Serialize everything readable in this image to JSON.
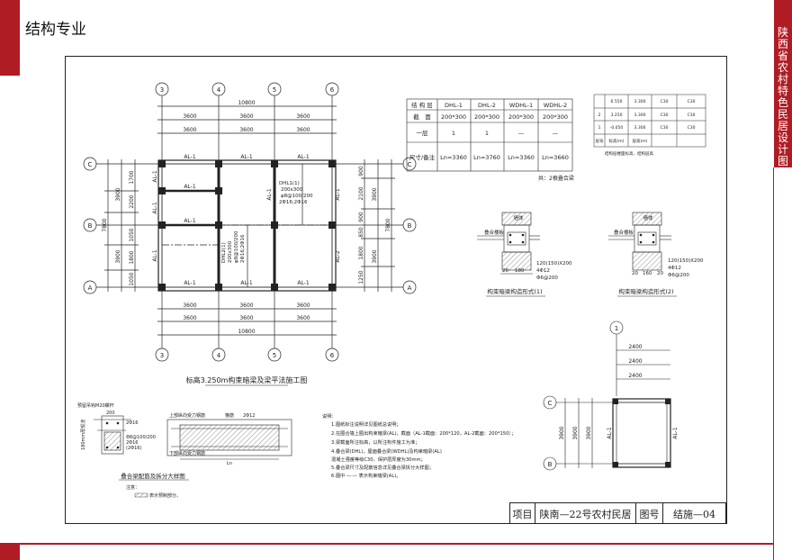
{
  "header": {
    "title": "结构专业"
  },
  "side_tab": {
    "text": "陕西省农村特色民居设计图集"
  },
  "plan": {
    "title": "标高3.250m构束暗梁及梁平法施工图",
    "axes_x": [
      "3",
      "4",
      "5",
      "6"
    ],
    "axes_y": [
      "C",
      "B",
      "A"
    ],
    "top_total": "10800",
    "spans": [
      "3600",
      "3600",
      "3600"
    ],
    "bottom_total": "10800",
    "left_total": "7800",
    "left_dims_a": [
      "3900",
      "3900"
    ],
    "left_dims_b": [
      "1700",
      "2200",
      "1050",
      "1800",
      "1050"
    ],
    "right_total": "7800",
    "right_dims_a": [
      "3900",
      "3900"
    ],
    "right_dims_b": [
      "900",
      "2100",
      "900",
      "850",
      "1800",
      "1250"
    ],
    "beam_al1": "AL-1",
    "beam_al2": "AL-2",
    "dhl1": [
      "DHL1(1)",
      "200x300",
      "φ8@100/200",
      "2Φ16;2Φ16"
    ],
    "dhl2": [
      "DHL2(1)",
      "200x300",
      "φ8@100/200",
      "2Φ16;2Φ16"
    ]
  },
  "beam_table": {
    "headers": [
      "结 构 层",
      "DHL-1",
      "DHL-2",
      "WDHL-1",
      "WDHL-2"
    ],
    "rows": [
      [
        "截　面",
        "200*300",
        "200*300",
        "200*300",
        "200*300"
      ],
      [
        "一层",
        "1",
        "1",
        "—",
        "—"
      ],
      [
        "尺寸/备注",
        "Ln=3360",
        "Ln=3760",
        "Ln=3360",
        "Ln=3660"
      ]
    ],
    "note": "共：2根叠合梁"
  },
  "level_table": {
    "rows": [
      [
        "",
        "6.550",
        "3.300",
        "C30",
        "C30"
      ],
      [
        "2",
        "3.250",
        "3.300",
        "C30",
        "C30"
      ],
      [
        "1",
        "-0.050",
        "3.300",
        "C30",
        "C30"
      ],
      [
        "层号",
        "标高(m)",
        "层高(m)",
        "",
        ""
      ]
    ],
    "footnote": "结构层楼面标高、结构层高"
  },
  "detail1": {
    "title": "构束暗梁构造形式(1)",
    "labels": [
      "墙体",
      "叠合楼板",
      "120(150)X200",
      "4Φ12",
      "Φ6@200"
    ],
    "dims": [
      "20",
      "180"
    ]
  },
  "detail2": {
    "title": "构束暗梁构造形式(2)",
    "labels": [
      "墙体",
      "叠合楼板",
      "120(150)X200",
      "4Φ12",
      "Φ6@200"
    ],
    "dims": [
      "20",
      "160",
      "20"
    ]
  },
  "section": {
    "title": "叠合梁配筋及拆分大样图",
    "labels": [
      "预留吊钩M20螺杆",
      "200",
      "2Φ16",
      "Φ8@100/200",
      "2Φ16",
      "(2Φ16)",
      "180mm厚现浇",
      "上部纵向受力钢筋",
      "箍筋",
      "2Φ12",
      "下部纵向受力钢筋",
      "Ln"
    ],
    "legend_title": "注意：",
    "legend_text": "表示预制部分。"
  },
  "notes": {
    "title": "说明：",
    "lines": [
      "1.图纸标注说明详见图纸总说明；",
      "2.在圈合墙上圈出构束暗梁(AL)，截面（AL-1截面：200*120，AL-2截面：200*150）；",
      "3.梁截面所注标高，以所注构件施工为准；",
      "4.叠合梁(DHL)，屋面叠合梁(WDHL)及构束暗梁(AL)",
      "   混凝土强度等级C30，保护层厚度为30mm；",
      "5.叠合梁尺寸及配筋信息详见叠合梁拆分大样图；",
      "6.图中 —·— 表示构束暗梁(AL)。"
    ]
  },
  "small_plan": {
    "axis_top": "1",
    "axes_side": [
      "C",
      "B"
    ],
    "dims_top": [
      "2400",
      "2400",
      "2400"
    ],
    "dims_left": [
      "3900",
      "3900",
      "3900"
    ],
    "beam": "AL-1"
  },
  "title_block": {
    "label1": "项目",
    "project": "陕南—22号农村民居",
    "label2": "图号",
    "drawing_no": "结施—04"
  }
}
